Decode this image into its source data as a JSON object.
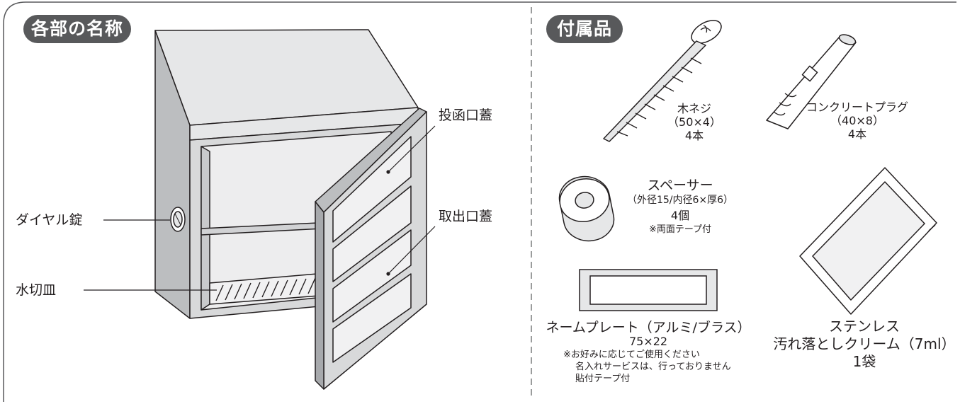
{
  "sections": {
    "parts_title": "各部の名称",
    "accessories_title": "付属品"
  },
  "parts": {
    "insert_lid": "投函口蓋",
    "outlet_lid": "取出口蓋",
    "dial_lock": "ダイヤル錠",
    "drain_tray": "水切皿"
  },
  "accessories": {
    "wood_screw": {
      "name": "木ネジ",
      "size": "（50×4）",
      "qty": "4本"
    },
    "concrete_plug": {
      "name": "コンクリートプラグ",
      "size": "（40×8）",
      "qty": "4本"
    },
    "spacer": {
      "name": "スペーサー",
      "size": "（外径15/内径6×厚6）",
      "qty": "4個",
      "note": "※両面テープ付"
    },
    "name_plate": {
      "name": "ネームプレート（アルミ/ブラス）",
      "size": "75×22",
      "note1": "※お好みに応じてご使用ください",
      "note2": "名入れサービスは、行っておりません",
      "note3": "貼付テープ付"
    },
    "cream": {
      "name1": "ステンレス",
      "name2": "汚れ落としクリーム（7ml）",
      "qty": "1袋"
    }
  },
  "colors": {
    "badge": "#58595b",
    "line": "#231f20",
    "fill": "#e6e7e8",
    "fill_dark": "#bcbec0"
  }
}
